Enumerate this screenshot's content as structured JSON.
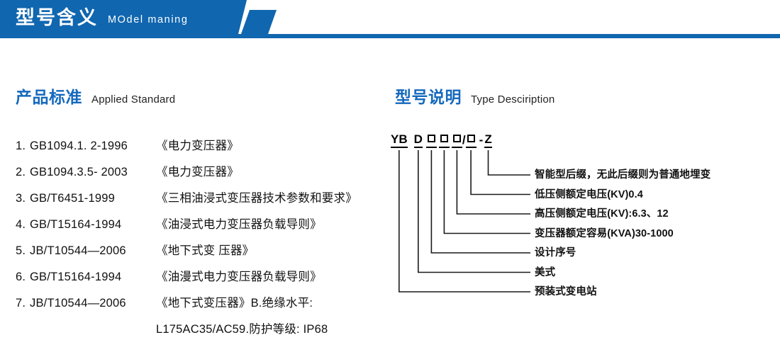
{
  "banner": {
    "title_cn": "型号含义",
    "title_en": "MOdel maning",
    "color": "#1066af"
  },
  "sections": {
    "left": {
      "heading_cn": "产品标准",
      "heading_en": "Applied Standard",
      "heading_color": "#1569bd"
    },
    "right": {
      "heading_cn": "型号说明",
      "heading_en": "Type Desciription",
      "heading_color": "#1569bd"
    }
  },
  "standards": [
    {
      "num": "1.",
      "code": "GB1094.1. 2-1996",
      "name": "《电力变压器》"
    },
    {
      "num": "2.",
      "code": "GB1094.3.5- 2003",
      "name": "《电力变压器》"
    },
    {
      "num": "3.",
      "code": "GB/T6451-1999",
      "name": "《三相油浸式变压器技术参数和要求》"
    },
    {
      "num": "4.",
      "code": "GB/T15164-1994",
      "name": "《油浸式电力变压器负载导则》"
    },
    {
      "num": "5.",
      "code": "JB/T10544—2006",
      "name": "《地下式变 压器》"
    },
    {
      "num": "6.",
      "code": "GB/T15164-1994",
      "name": "《油漫式电力变压器负载导则》"
    },
    {
      "num": "7.",
      "code": "JB/T10544—2006",
      "name": "《地下式变压器》B.绝缘水平:"
    },
    {
      "num": "",
      "code": "",
      "name": "L175AC35/AC59.防护等级: IP68",
      "continuation": true
    }
  ],
  "type_code": {
    "segments": [
      {
        "id": "yb",
        "text": "YB",
        "type": "text"
      },
      {
        "id": "d",
        "text": "D",
        "type": "text"
      },
      {
        "id": "box1",
        "text": "□",
        "type": "box"
      },
      {
        "id": "box2",
        "text": "□",
        "type": "box"
      },
      {
        "id": "box3",
        "text": "□",
        "type": "box"
      },
      {
        "id": "slash",
        "text": "/",
        "type": "sep"
      },
      {
        "id": "box4",
        "text": "□",
        "type": "box"
      },
      {
        "id": "dash",
        "text": "-",
        "type": "sep"
      },
      {
        "id": "z",
        "text": "Z",
        "type": "text"
      }
    ],
    "full_code": "YB D □□□/□ - Z",
    "callouts": [
      {
        "source": "z",
        "label": "智能型后缀，无此后缀则为普通地埋变"
      },
      {
        "source": "box4",
        "label": "低压侧额定电压(KV)0.4"
      },
      {
        "source": "box3",
        "label": "高压侧额定电压(KV):6.3、12"
      },
      {
        "source": "box2",
        "label": "变压器额定容易(KVA)30-1000"
      },
      {
        "source": "box1",
        "label": "设计序号"
      },
      {
        "source": "d",
        "label": "美式"
      },
      {
        "source": "yb",
        "label": "预装式变电站"
      }
    ]
  }
}
